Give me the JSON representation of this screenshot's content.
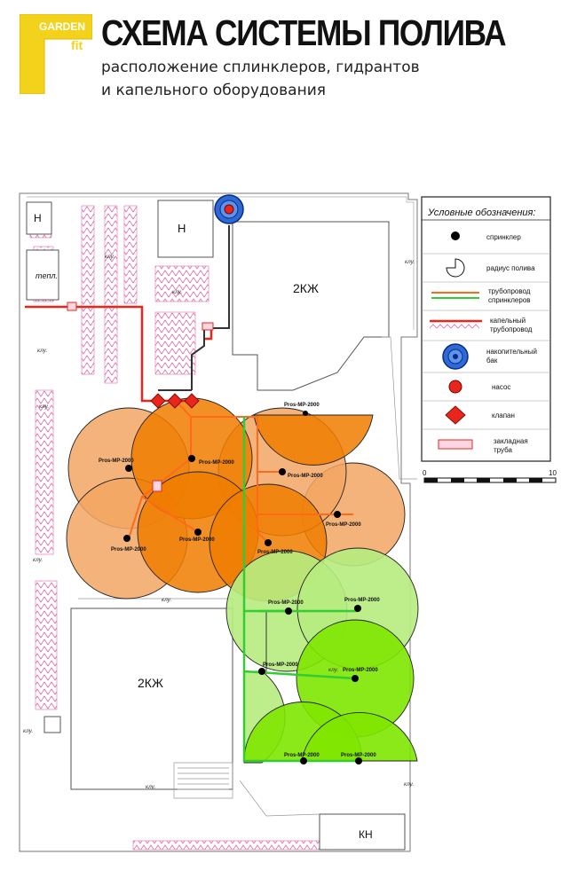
{
  "header": {
    "logo_line1": "GARDEN",
    "logo_line2": "fit",
    "title": "СХЕМА СИСТЕМЫ ПОЛИВА",
    "subtitle_line1": "расположение сплинклеров, гидрантов",
    "subtitle_line2": "и капельного оборудования"
  },
  "colors": {
    "brand_yellow": "#f3d21c",
    "sprinkler_zone_orange": "#f07c00",
    "sprinkler_zone_light_orange": "#f2a663",
    "sprinkler_zone_green": "#7ee600",
    "sprinkler_zone_light_green": "#b6ec7e",
    "drip_red": "#e8261c",
    "pipe_orange": "#ff6a1a",
    "pipe_green": "#33cc33",
    "tank_blue": "#2d6ad8"
  },
  "plan": {
    "buildings": [
      "Н",
      "Н",
      "2КЖ",
      "2КЖ",
      "КН"
    ],
    "greenhouse": "тепл.",
    "shrub_label": "клу.",
    "sprinkler_model": "Pros-MP-2000"
  },
  "legend": {
    "title": "Условные обозначения:",
    "items": [
      {
        "icon": "sprinkler-dot-icon",
        "lines": [
          "спринклер"
        ]
      },
      {
        "icon": "spray-radius-icon",
        "lines": [
          "радиус полива"
        ]
      },
      {
        "icon": "sprinkler-pipe-icon",
        "lines": [
          "трубопровод",
          "спринклеров"
        ]
      },
      {
        "icon": "drip-pipe-icon",
        "lines": [
          "капельный",
          "трубопровод"
        ]
      },
      {
        "icon": "storage-tank-icon",
        "lines": [
          "накопительный",
          "бак"
        ]
      },
      {
        "icon": "pump-icon",
        "lines": [
          "насос"
        ]
      },
      {
        "icon": "valve-icon",
        "lines": [
          "клапан"
        ]
      },
      {
        "icon": "sleeve-pipe-icon",
        "lines": [
          "закладная",
          "труба"
        ]
      }
    ]
  },
  "scale": {
    "start": "0",
    "end": "10"
  }
}
